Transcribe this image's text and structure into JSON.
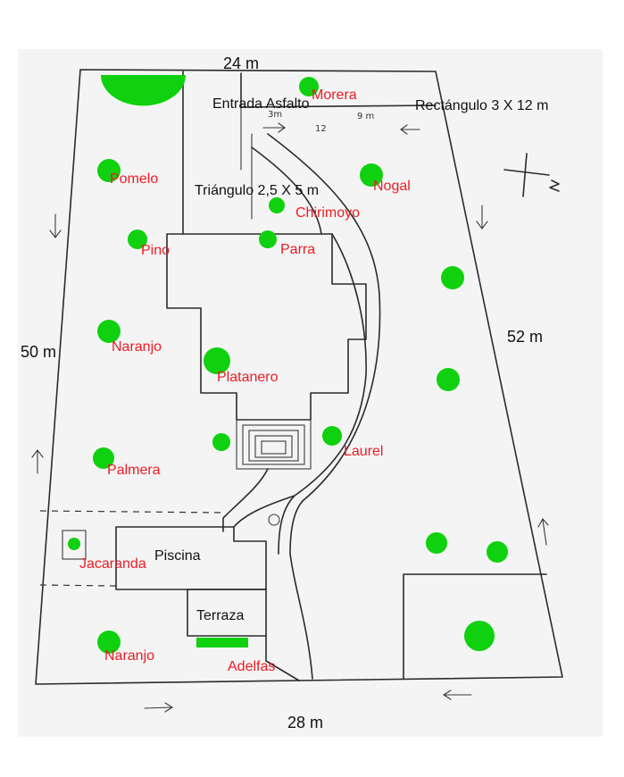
{
  "dimensions": {
    "top": "24 m",
    "left": "50 m",
    "right": "52 m",
    "bottom": "28 m"
  },
  "notes": {
    "entrance": "Entrada Asfalto",
    "rectangle": "Rectángulo 3 X 12 m",
    "triangle": "Triángulo 2,5 X 5 m",
    "pool": "Piscina",
    "terrace": "Terraza"
  },
  "handwritten": {
    "three_m": "3m",
    "twelve": "12",
    "nine_m": "9 m"
  },
  "plants": {
    "morera": "Morera",
    "pomelo": "Pomelo",
    "nogal": "Nogal",
    "chirimoyo": "Chirimoyo",
    "pino": "Pino",
    "parra": "Parra",
    "naranjo_top": "Naranjo",
    "platanero": "Platanero",
    "laurel": "Laurel",
    "palmera": "Palmera",
    "jacaranda": "Jacaranda",
    "naranjo_bottom": "Naranjo",
    "adelfas": "Adelfas"
  },
  "colors": {
    "tree": "#0fd10f",
    "plant_label": "#ec1c24",
    "ink": "#2b2b2b"
  }
}
